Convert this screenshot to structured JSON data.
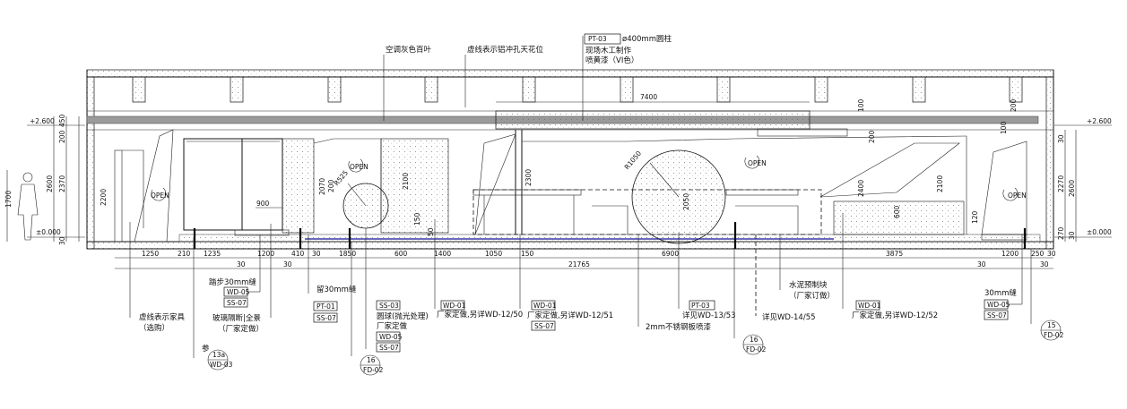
{
  "labels": {
    "louver": "空调灰色百叶",
    "ceiling": "虚线表示铝冲孔天花位",
    "pt03_column": "ø400mm圆柱",
    "pt03_line1": "现场木工制作",
    "pt03_line2": "喷黄漆（VI色）",
    "furniture_1": "虚线表示家具",
    "furniture_2": "（选购）",
    "step_joint": "踏步30mm缝",
    "glass_1": "玻璃隔断|全景",
    "glass_2": "（厂家定做）",
    "reserve_joint": "留30mm缝",
    "ball_1": "圆球(抛光处理)",
    "ball_2": "厂家定做",
    "wd01_a": "厂家定做,另详WD-12/50",
    "wd01_b": "厂家定做,另详WD-12/51",
    "pt03_b": "详见WD-13/53",
    "steel": "2mm不锈钢板喷漆",
    "cement_1": "水泥预制块",
    "cement_2": "（厂家订做）",
    "detail_wd14": "详见WD-14/55",
    "wd01_c": "厂家定做,另详WD-12/52",
    "joint_30": "30mm缝",
    "ref": "参",
    "open": "OPEN"
  },
  "tags": {
    "pt03": "PT-03",
    "pt01": "PT-01",
    "wd05": "WD-05",
    "ss07": "SS-07",
    "ss03": "SS-03",
    "wd01": "WD-01"
  },
  "callouts": {
    "c13a_top": "13a",
    "c13a_bot": "WD-03",
    "c16_top": "16",
    "c16_bot": "FD-02",
    "c16b_top": "16",
    "c16b_bot": "FD-02",
    "c15_top": "15",
    "c15_bot": "FD-02"
  },
  "levels": {
    "l2600": "+2.600",
    "l0000": "±0.000"
  },
  "dims": {
    "d7400": "7400",
    "d450": "450",
    "d200": "200",
    "d2600": "2600",
    "d2370": "2370",
    "d30": "30",
    "d1700": "1700",
    "d2200": "2200",
    "d900": "900",
    "d2070": "2070",
    "d2100": "2100",
    "d150": "150",
    "d50": "50",
    "d2300": "2300",
    "d2050": "2050",
    "d2400": "2400",
    "d100": "100",
    "d600": "600",
    "d120": "120",
    "d2270": "2270",
    "d270": "270",
    "r525": "R525",
    "r1050": "R1050",
    "b1250": "1250",
    "b210": "210",
    "b1235": "1235",
    "b1200": "1200",
    "b410": "410",
    "b1850": "1850",
    "b600": "600",
    "b1400": "1400",
    "b1050": "1050",
    "b150": "150",
    "b6900": "6900",
    "b3875": "3875",
    "b1200r": "1200",
    "b250": "250",
    "b30": "30",
    "b21765": "21765"
  }
}
